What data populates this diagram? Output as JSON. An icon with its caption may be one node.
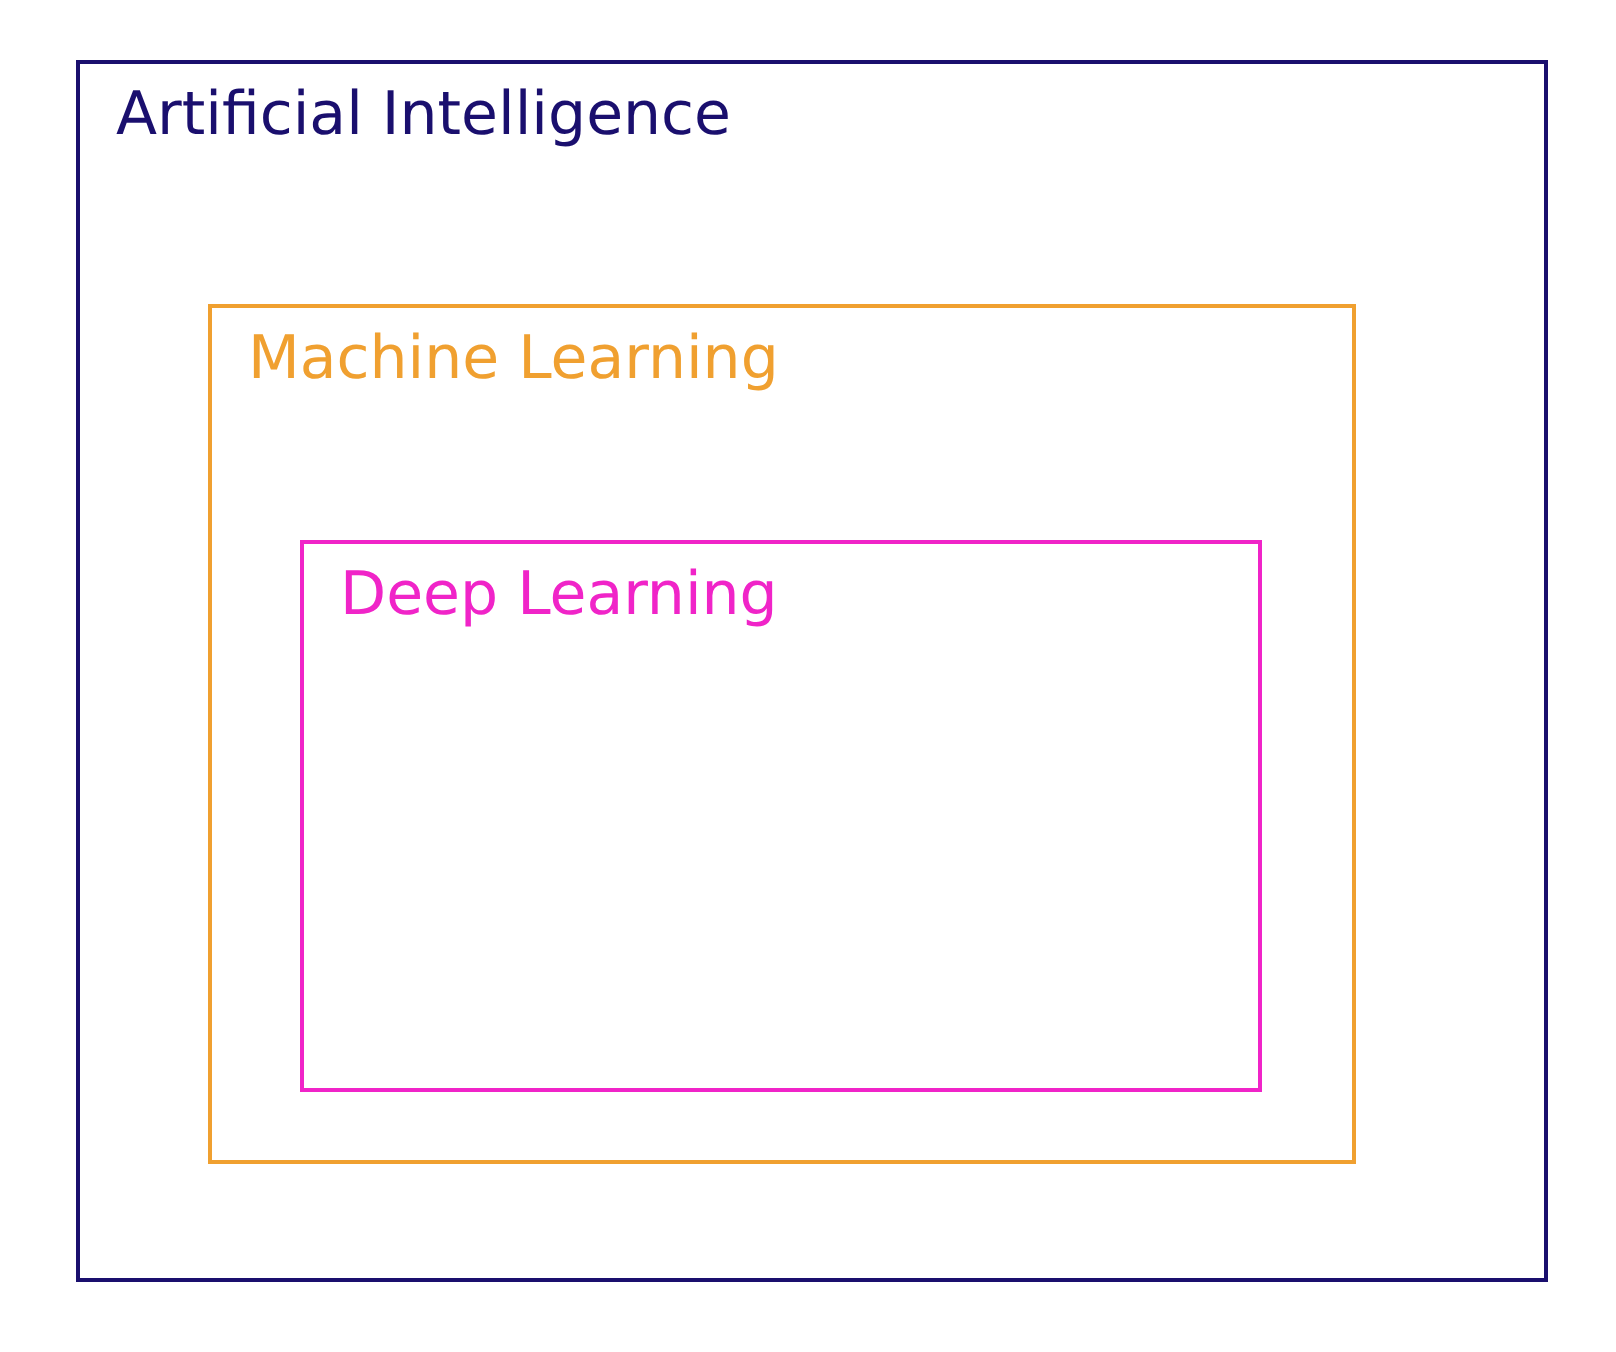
{
  "diagram": {
    "nodes": [
      {
        "text": [
          "Artificial Intelligence"
        ]
      },
      {
        "text": [
          "Machine Learning"
        ],
        "in": 0
      },
      {
        "text": [
          "Deep Learning"
        ],
        "in": 1
      }
    ]
  }
}
